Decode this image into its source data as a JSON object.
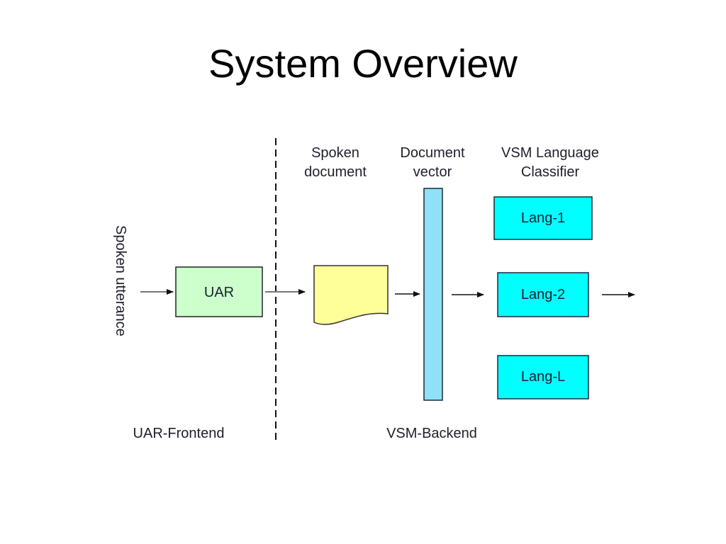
{
  "slide": {
    "title": "System Overview"
  },
  "diagram": {
    "input_label": "Spoken utterance",
    "frontend": {
      "section_label": "UAR-Frontend",
      "box_label": "UAR",
      "box_color": "#ccffcc"
    },
    "backend": {
      "section_label": "VSM-Backend",
      "spoken_document": {
        "header_line1": "Spoken",
        "header_line2": "document",
        "color": "#ffff99"
      },
      "document_vector": {
        "header_line1": "Document",
        "header_line2": "vector",
        "color": "#8fe1f7"
      },
      "classifier": {
        "header_line1": "VSM Language",
        "header_line2": "Classifier",
        "color": "#00ffff",
        "languages": [
          {
            "label": "Lang-1"
          },
          {
            "label": "Lang-2"
          },
          {
            "label": "Lang-L"
          }
        ]
      }
    }
  }
}
